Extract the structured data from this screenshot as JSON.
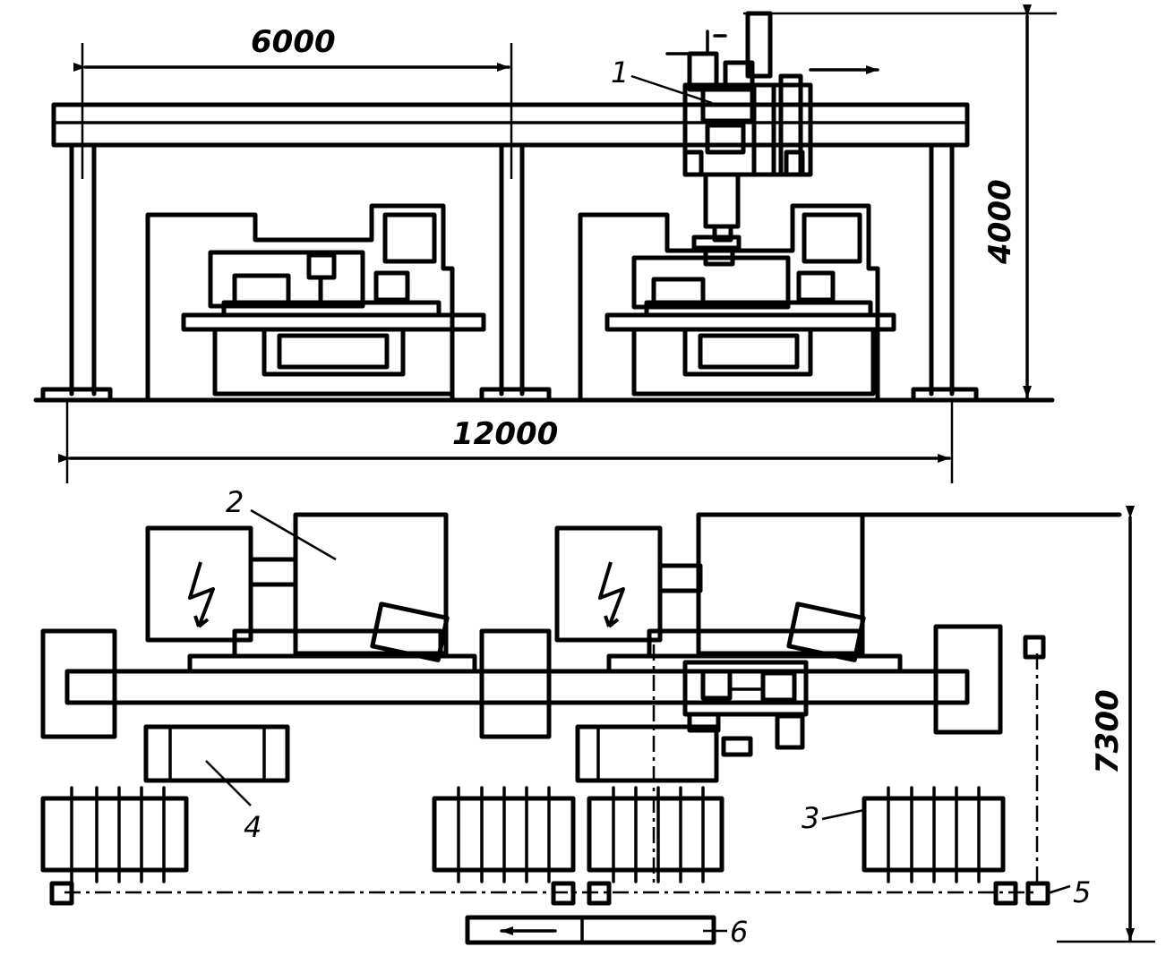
{
  "dimensions": {
    "width_6000": "6000",
    "length_12000": "12000",
    "height_4000": "4000",
    "depth_7300": "7300"
  },
  "labels": {
    "l1": "1",
    "l2": "2",
    "l3": "3",
    "l4": "4",
    "l5": "5",
    "l6": "6"
  },
  "icons": {
    "electric": "lightning-bolt"
  }
}
